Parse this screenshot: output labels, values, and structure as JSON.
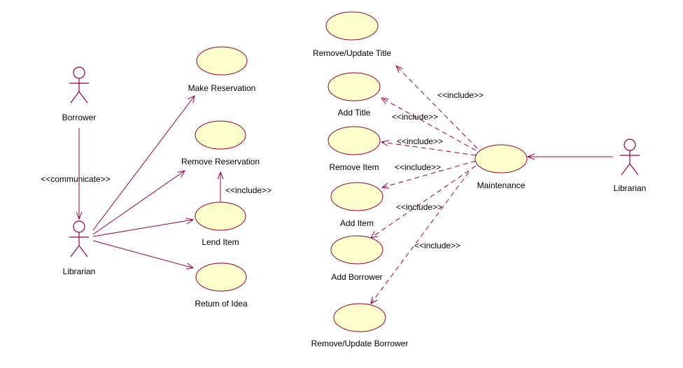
{
  "colors": {
    "line": "#990033",
    "usecase_fill": "#ffffcc",
    "text": "#000000"
  },
  "actors": {
    "borrower": "Borrower",
    "librarian_left": "Librarian",
    "librarian_right": "Librarian"
  },
  "usecases": {
    "make_reservation": "Make Reservation",
    "remove_reservation": "Remove Reservation",
    "lend_item": "Lend Item",
    "return_of_idea": "Retum of Idea",
    "remove_update_title": "Remove/Update Title",
    "add_title": "Add Title",
    "remove_item": "Remove Item",
    "add_item": "Add Item",
    "add_borrower": "Add Borrower",
    "remove_update_borrower": "Remove/Update Borrower",
    "maintenance": "Maintenance"
  },
  "stereotypes": {
    "communicate": "<<communicate>>",
    "include_lend": "<<include>>",
    "include_1": "<<include>>",
    "include_2": "<<include>>",
    "include_3": "<<include>>",
    "include_4": "<<include>>",
    "include_5": "<<include>>",
    "include_6": "<<include>>"
  }
}
